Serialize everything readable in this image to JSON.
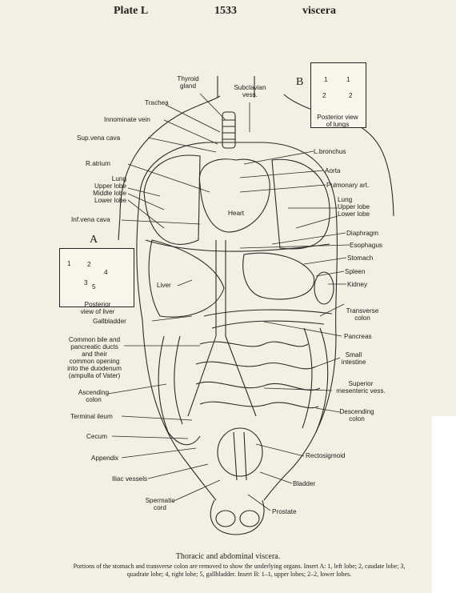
{
  "header": {
    "plate": "Plate L",
    "page_number": "1533",
    "section": "viscera"
  },
  "insets": {
    "a_letter": "A",
    "b_letter": "B",
    "a_caption": [
      "Posterior",
      "view of liver"
    ],
    "b_caption": [
      "Posterior view",
      "of lungs"
    ],
    "a_numbers": [
      "1",
      "2",
      "3",
      "4",
      "5"
    ],
    "b_numbers": [
      "1",
      "1",
      "2",
      "2"
    ]
  },
  "labels_left": {
    "thyroid": [
      "Thyroid",
      "gland"
    ],
    "subclavian": [
      "Subclavian",
      "vess."
    ],
    "trachea": "Trachea",
    "innominate": "Innominate vein",
    "sup_vena": "Sup.vena cava",
    "r_atrium": "R.atrium",
    "lung": [
      "Lung",
      "Upper lobe",
      "Middle lobe",
      "Lower lobe"
    ],
    "inf_vena": "Inf.vena cava",
    "liver": "Liver",
    "gallbladder": "Gallbladder",
    "common_bile": [
      "Common bile and",
      "pancreatic ducts",
      "and their",
      "common opening",
      "into the duodenum",
      "(ampulla of Vater)"
    ],
    "ascending": [
      "Ascending",
      "colon"
    ],
    "terminal": "Terminal ileum",
    "cecum": "Cecum",
    "appendix": "Appendix",
    "iliac": "Iliac vessels",
    "spermatic": [
      "Spermatic",
      "cord"
    ]
  },
  "labels_right": {
    "l_bronchus": "L.bronchus",
    "aorta": "Aorta",
    "pulmonary": "Pulmonary art.",
    "lung_r": [
      "Lung",
      "Upper lobe",
      "Lower lobe"
    ],
    "heart": "Heart",
    "diaphragm": "Diaphragm",
    "esophagus": "Esophagus",
    "stomach": "Stomach",
    "spleen": "Spleen",
    "kidney": "Kidney",
    "transverse": [
      "Transverse",
      "colon"
    ],
    "pancreas": "Pancreas",
    "small_int": [
      "Small",
      "intestine"
    ],
    "superior_mes": [
      "Superior",
      "mesenteric vess."
    ],
    "descending": [
      "Descending",
      "colon"
    ],
    "rectosigmoid": "Rectosigmoid",
    "bladder": "Bladder",
    "prostate": "Prostate"
  },
  "caption": {
    "title": "Thoracic and abdominal viscera.",
    "body": "Portions of the stomach and transverse colon are removed to show the underlying organs. Insert A: 1, left lobe; 2, caudate lobe; 3, quadrate lobe; 4, right lobe; 5, gallbladder. Insert B: 1–1, upper lobes; 2–2, lower lobes."
  }
}
